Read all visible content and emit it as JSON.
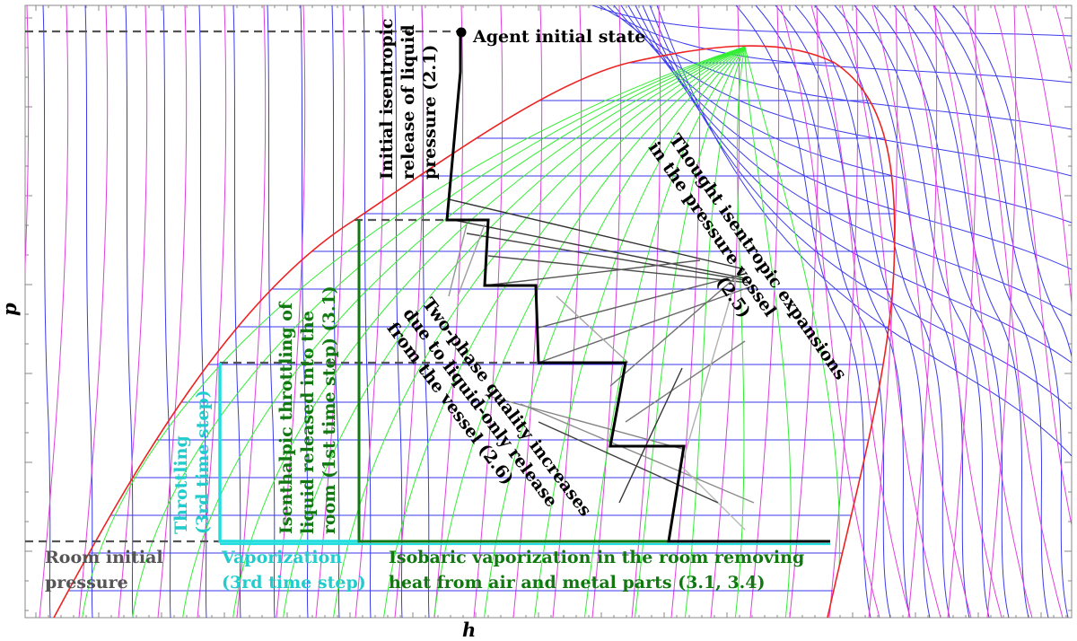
{
  "diagram": {
    "axis_x_label": "h",
    "axis_y_label": "p",
    "agent_initial_state": "Agent initial state",
    "initial_release": [
      "Initial isentropic",
      "release of liquid",
      "pressure (2.1)"
    ],
    "thought_expansions": [
      "Thought isentropic expansions",
      "in the pressure vessel",
      "(2.5)"
    ],
    "two_phase_quality": [
      "Two-phase quality increases",
      "due to liquid-only release",
      "from the vessel (2.6)"
    ],
    "isenthalpic_throttling": [
      "Isenthalpic throttling of",
      "liquid released into the",
      "room (1st time step) (3.1)"
    ],
    "throttling_third": [
      "Throttling",
      "(3rd time step)"
    ],
    "vaporization_third": [
      "Vaporization",
      "(3rd time step)"
    ],
    "isobaric_vaporization": [
      "Isobaric vaporization in the room removing",
      "heat from air and metal parts (3.1, 3.4)"
    ],
    "room_initial_pressure": [
      "Room initial",
      "pressure"
    ],
    "colors": {
      "isotherm": "#3a3aee",
      "isentrope": "#e040e0",
      "quality": "#33ee33",
      "dome": "#ee2222",
      "process": "#000000",
      "throttling": "#22dddd",
      "isenthalpic": "#117711",
      "room": "#555555"
    }
  }
}
